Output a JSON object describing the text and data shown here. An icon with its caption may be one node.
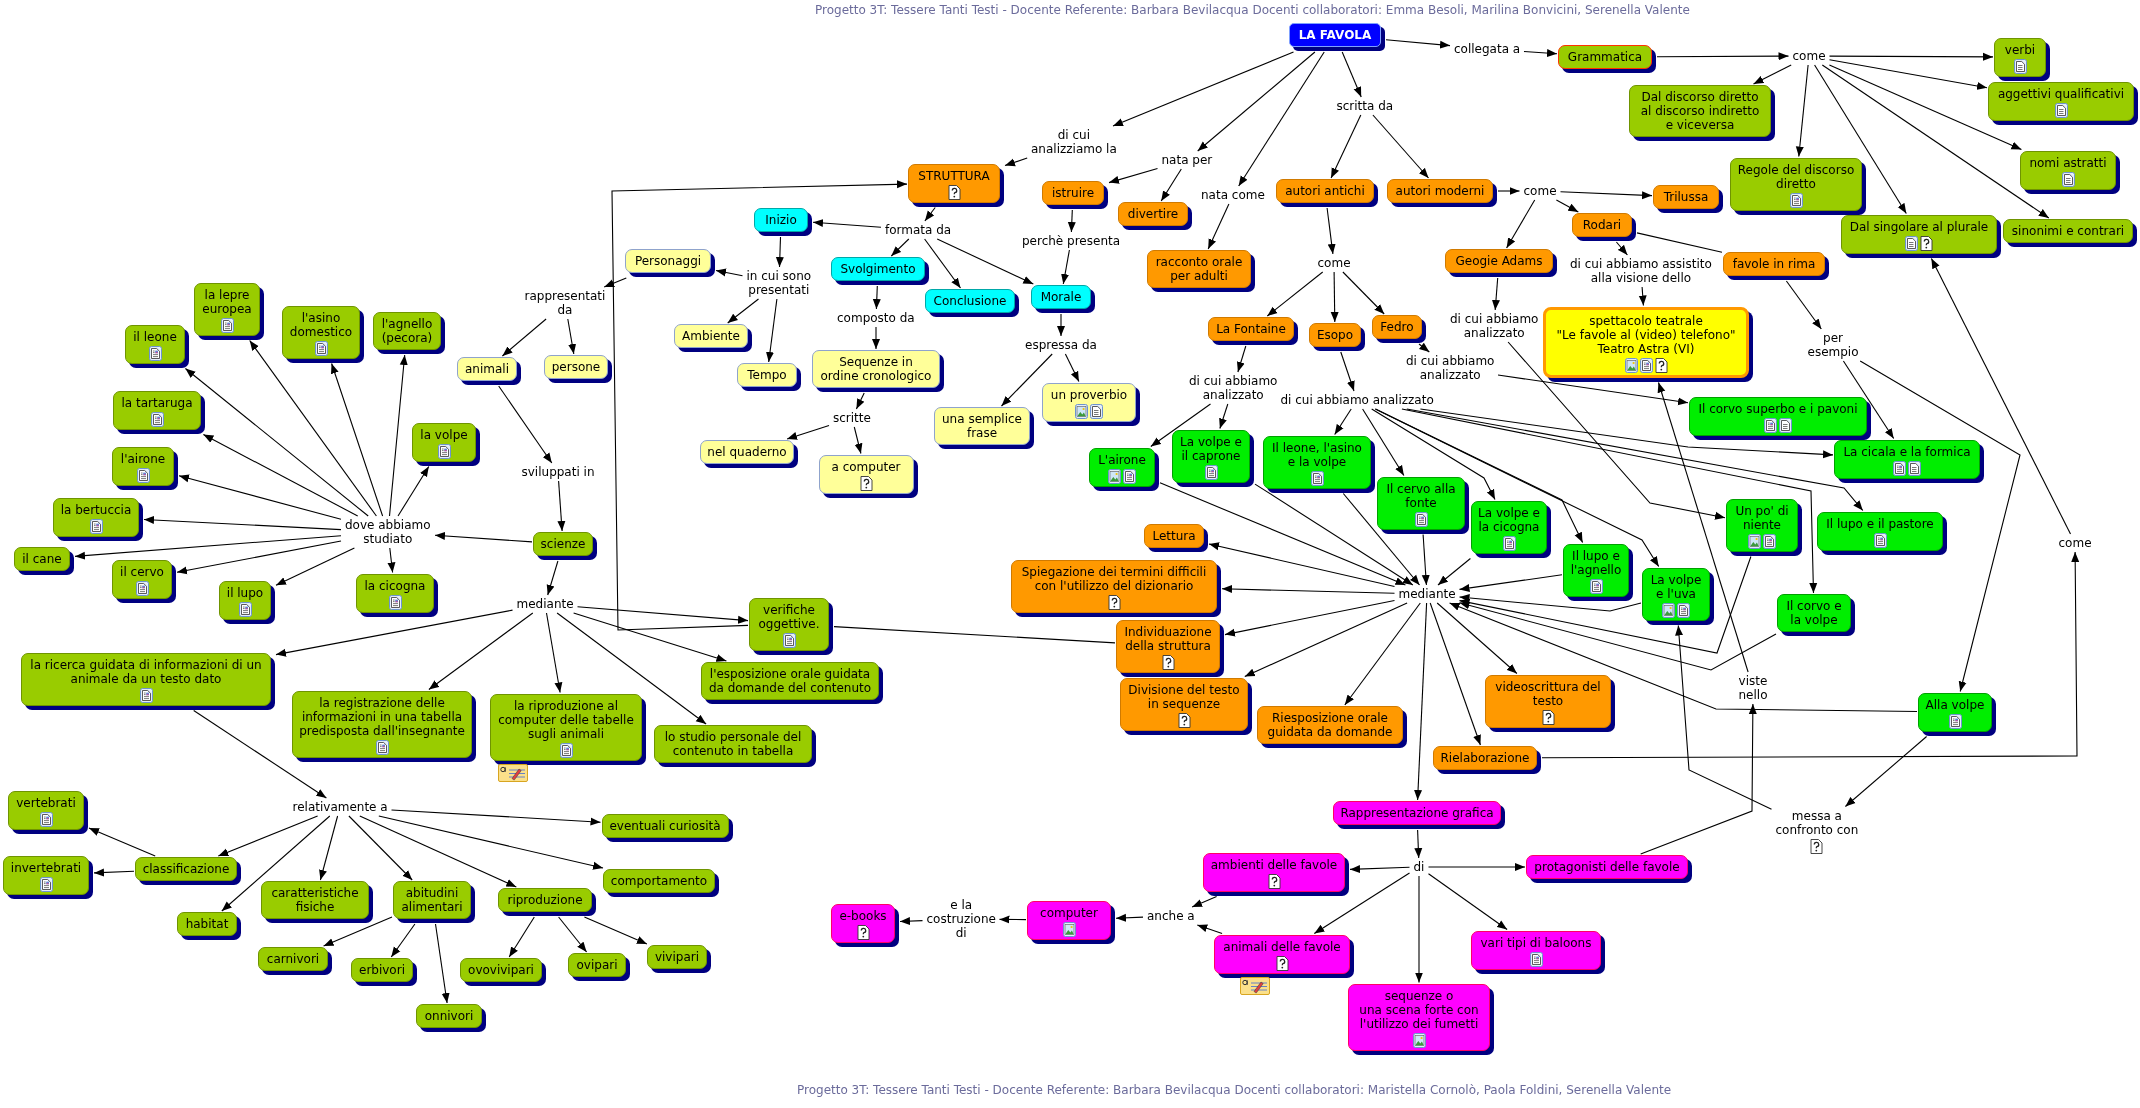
{
  "diagram": {
    "nodes": [
      {
        "text": [
          "LA FAVOLA"
        ]
      },
      {
        "text": [
          "collegata a"
        ]
      },
      {
        "text": [
          "Grammatica"
        ]
      },
      {
        "text": [
          "come"
        ]
      },
      {
        "text": [
          "verbi"
        ]
      },
      {
        "text": [
          "aggettivi qualificativi"
        ]
      },
      {
        "text": [
          "Dal discorso diretto al discorso indiretto e viceversa"
        ]
      },
      {
        "text": [
          "Regole del discorso diretto"
        ]
      },
      {
        "text": [
          "nomi astratti"
        ]
      },
      {
        "text": [
          "Dal singolare al plurale"
        ]
      },
      {
        "text": [
          "sinonimi e contrari"
        ]
      },
      {
        "text": [
          "di cui analizziamo la"
        ]
      },
      {
        "text": [
          "nata per"
        ]
      },
      {
        "text": [
          "nata come"
        ]
      },
      {
        "text": [
          "scritta da"
        ]
      },
      {
        "text": [
          "STRUTTURA"
        ]
      },
      {
        "text": [
          "istruire"
        ]
      },
      {
        "text": [
          "divertire"
        ]
      },
      {
        "text": [
          "racconto orale per adulti"
        ]
      },
      {
        "text": [
          "autori antichi"
        ]
      },
      {
        "text": [
          "autori moderni"
        ]
      },
      {
        "text": [
          "come"
        ]
      },
      {
        "text": [
          "Trilussa"
        ]
      },
      {
        "text": [
          "Rodari"
        ]
      },
      {
        "text": [
          "Geogie Adams"
        ]
      },
      {
        "text": [
          "di cui abbiamo assistito alla visione dello"
        ]
      },
      {
        "text": [
          "favole in rima"
        ]
      },
      {
        "text": [
          "di cui abbiamo analizzato"
        ]
      },
      {
        "text": [
          "spettacolo teatrale \"Le favole al (video) telefono\" Teatro Astra (VI)"
        ]
      },
      {
        "text": [
          "per esempio"
        ]
      },
      {
        "text": [
          "Inizio"
        ]
      },
      {
        "text": [
          "formata da"
        ]
      },
      {
        "text": [
          "Personaggi"
        ]
      },
      {
        "text": [
          "in cui sono presentati"
        ]
      },
      {
        "text": [
          "Svolgimento"
        ]
      },
      {
        "text": [
          "Conclusione"
        ]
      },
      {
        "text": [
          "perchè presenta"
        ]
      },
      {
        "text": [
          "Morale"
        ]
      },
      {
        "text": [
          "come"
        ]
      },
      {
        "text": [
          "La Fontaine"
        ]
      },
      {
        "text": [
          "Esopo"
        ]
      },
      {
        "text": [
          "Fedro"
        ]
      },
      {
        "text": [
          "rappresentati da"
        ]
      },
      {
        "text": [
          "Ambiente"
        ]
      },
      {
        "text": [
          "Tempo"
        ]
      },
      {
        "text": [
          "composto da"
        ]
      },
      {
        "text": [
          "Sequenze in ordine cronologico"
        ]
      },
      {
        "text": [
          "espressa da"
        ]
      },
      {
        "text": [
          "una semplice frase"
        ]
      },
      {
        "text": [
          "un proverbio"
        ]
      },
      {
        "text": [
          "scritte"
        ]
      },
      {
        "text": [
          "nel quaderno"
        ]
      },
      {
        "text": [
          "a computer"
        ]
      },
      {
        "text": [
          "di cui abbiamo analizzato"
        ]
      },
      {
        "text": [
          "di cui abbiamo analizzato"
        ]
      },
      {
        "text": [
          "di cui abbiamo analizzato"
        ]
      },
      {
        "text": [
          "L'airone"
        ]
      },
      {
        "text": [
          "La volpe e il caprone"
        ]
      },
      {
        "text": [
          "Il leone, l'asino e la volpe"
        ]
      },
      {
        "text": [
          "Il corvo superbo e i pavoni"
        ]
      },
      {
        "text": [
          "La cicala e la formica"
        ]
      },
      {
        "text": [
          "Il cervo alla fonte"
        ]
      },
      {
        "text": [
          "La volpe e la cicogna"
        ]
      },
      {
        "text": [
          "Un po' di niente"
        ]
      },
      {
        "text": [
          "Il lupo e il pastore"
        ]
      },
      {
        "text": [
          "Il lupo e l'agnello"
        ]
      },
      {
        "text": [
          "La volpe e l'uva"
        ]
      },
      {
        "text": [
          "Il corvo e la volpe"
        ]
      },
      {
        "text": [
          "come"
        ]
      },
      {
        "text": [
          "animali"
        ]
      },
      {
        "text": [
          "persone"
        ]
      },
      {
        "text": [
          "la lepre europea"
        ]
      },
      {
        "text": [
          "l'asino domestico"
        ]
      },
      {
        "text": [
          "l'agnello (pecora)"
        ]
      },
      {
        "text": [
          "il leone"
        ]
      },
      {
        "text": [
          "la tartaruga"
        ]
      },
      {
        "text": [
          "la volpe"
        ]
      },
      {
        "text": [
          "l'airone"
        ]
      },
      {
        "text": [
          "sviluppati in"
        ]
      },
      {
        "text": [
          "la bertuccia"
        ]
      },
      {
        "text": [
          "dove abbiamo studiato"
        ]
      },
      {
        "text": [
          "scienze"
        ]
      },
      {
        "text": [
          "il cane"
        ]
      },
      {
        "text": [
          "il cervo"
        ]
      },
      {
        "text": [
          "il lupo"
        ]
      },
      {
        "text": [
          "la cicogna"
        ]
      },
      {
        "text": [
          "mediante"
        ]
      },
      {
        "text": [
          "Lettura"
        ]
      },
      {
        "text": [
          "Spiegazione dei termini difficili con l'utilizzo del dizionario"
        ]
      },
      {
        "text": [
          "mediante"
        ]
      },
      {
        "text": [
          "Individuazione della struttura"
        ]
      },
      {
        "text": [
          "verifiche oggettive."
        ]
      },
      {
        "text": [
          "l'esposizione orale guidata da domande del contenuto"
        ]
      },
      {
        "text": [
          "la ricerca guidata di informazioni di un animale da un testo dato"
        ]
      },
      {
        "text": [
          "la registrazione delle informazioni in una tabella predisposta dall'insegnante"
        ]
      },
      {
        "text": [
          "la riproduzione al computer delle tabelle sugli animali"
        ]
      },
      {
        "text": [
          "lo studio personale del contenuto in tabella"
        ]
      },
      {
        "text": [
          "Divisione del testo in sequenze"
        ]
      },
      {
        "text": [
          "Riesposizione orale guidata da domande"
        ]
      },
      {
        "text": [
          "videoscrittura del testo"
        ]
      },
      {
        "text": [
          "viste nello"
        ]
      },
      {
        "text": [
          "Alla volpe"
        ]
      },
      {
        "text": [
          "Rielaborazione"
        ]
      },
      {
        "text": [
          "Rappresentazione grafica"
        ]
      },
      {
        "text": [
          "relativamente a"
        ]
      },
      {
        "text": [
          "vertebrati"
        ]
      },
      {
        "text": [
          "invertebrati"
        ]
      },
      {
        "text": [
          "classificazione"
        ]
      },
      {
        "text": [
          "eventuali curiosità"
        ]
      },
      {
        "text": [
          "comportamento"
        ]
      },
      {
        "text": [
          "caratteristiche fisiche"
        ]
      },
      {
        "text": [
          "abitudini alimentari"
        ]
      },
      {
        "text": [
          "riproduzione"
        ]
      },
      {
        "text": [
          "habitat"
        ]
      },
      {
        "text": [
          "messa a confronto con"
        ]
      },
      {
        "text": [
          "di"
        ]
      },
      {
        "text": [
          "ambienti delle favole"
        ]
      },
      {
        "text": [
          "protagonisti delle favole"
        ]
      },
      {
        "text": [
          "anche a"
        ]
      },
      {
        "text": [
          "computer"
        ]
      },
      {
        "text": [
          "e la costruzione di"
        ]
      },
      {
        "text": [
          "e-books"
        ]
      },
      {
        "text": [
          "animali delle favole"
        ]
      },
      {
        "text": [
          "vari tipi di baloons"
        ]
      },
      {
        "text": [
          "carnivori"
        ]
      },
      {
        "text": [
          "erbivori"
        ]
      },
      {
        "text": [
          "ovovivipari"
        ]
      },
      {
        "text": [
          "ovipari"
        ]
      },
      {
        "text": [
          "vivipari"
        ]
      },
      {
        "text": [
          "onnivori"
        ]
      },
      {
        "text": [
          "sequenze o una scena forte con l'utilizzo dei fumetti"
        ]
      }
    ],
    "edges": [
      {
        "from": 0,
        "to": 11,
        "arrow": "to"
      },
      {
        "from": 11,
        "to": 15,
        "arrow": "to"
      },
      {
        "from": 0,
        "to": 12,
        "arrow": "to"
      },
      {
        "from": 12,
        "to": 16,
        "arrow": "to"
      },
      {
        "from": 12,
        "to": 17,
        "arrow": "to"
      },
      {
        "from": 0,
        "to": 13,
        "arrow": "to"
      },
      {
        "from": 13,
        "to": 18,
        "arrow": "to"
      },
      {
        "from": 0,
        "to": 14,
        "arrow": "to"
      },
      {
        "from": 14,
        "to": 19,
        "arrow": "to"
      },
      {
        "from": 14,
        "to": 20,
        "arrow": "to"
      },
      {
        "from": 0,
        "to": 1,
        "arrow": "to"
      },
      {
        "from": 1,
        "to": 2,
        "arrow": "to"
      },
      {
        "from": 2,
        "to": 3,
        "arrow": "to"
      },
      {
        "from": 3,
        "to": 4,
        "arrow": "to"
      },
      {
        "from": 3,
        "to": 5,
        "arrow": "to"
      },
      {
        "from": 3,
        "to": 6,
        "arrow": "to"
      },
      {
        "from": 3,
        "to": 7,
        "arrow": "to"
      },
      {
        "from": 3,
        "to": 8,
        "arrow": "to"
      },
      {
        "from": 3,
        "to": 9,
        "arrow": "to"
      },
      {
        "from": 3,
        "to": 10,
        "arrow": "to"
      },
      {
        "from": 20,
        "to": 21,
        "arrow": "to"
      },
      {
        "from": 21,
        "to": 22,
        "arrow": "to"
      },
      {
        "from": 21,
        "to": 23,
        "arrow": "to"
      },
      {
        "from": 21,
        "to": 24,
        "arrow": "to"
      },
      {
        "from": 23,
        "to": 25,
        "arrow": "to"
      },
      {
        "from": 25,
        "to": 28,
        "arrow": "to"
      },
      {
        "from": 23,
        "to": 26,
        "arrow": "none"
      },
      {
        "from": 26,
        "to": 29,
        "arrow": "to"
      },
      {
        "from": 29,
        "to": 60,
        "arrow": "to"
      },
      {
        "from": 29,
        "to": 101,
        "arrow": "to"
      },
      {
        "from": 24,
        "to": 27,
        "arrow": "to"
      },
      {
        "from": 27,
        "to": 63,
        "arrow": "to"
      },
      {
        "from": 15,
        "to": 31,
        "arrow": "to"
      },
      {
        "from": 31,
        "to": 30,
        "arrow": "to"
      },
      {
        "from": 31,
        "to": 34,
        "arrow": "to"
      },
      {
        "from": 31,
        "to": 35,
        "arrow": "to"
      },
      {
        "from": 31,
        "to": 37,
        "arrow": "to"
      },
      {
        "from": 30,
        "to": 33,
        "arrow": "to"
      },
      {
        "from": 33,
        "to": 32,
        "arrow": "to"
      },
      {
        "from": 33,
        "to": 43,
        "arrow": "to"
      },
      {
        "from": 33,
        "to": 44,
        "arrow": "to"
      },
      {
        "from": 32,
        "to": 42,
        "arrow": "to"
      },
      {
        "from": 42,
        "to": 69,
        "arrow": "to"
      },
      {
        "from": 42,
        "to": 70,
        "arrow": "to"
      },
      {
        "from": 34,
        "to": 45,
        "arrow": "to"
      },
      {
        "from": 45,
        "to": 46,
        "arrow": "to"
      },
      {
        "from": 46,
        "to": 50,
        "arrow": "to"
      },
      {
        "from": 50,
        "to": 51,
        "arrow": "to"
      },
      {
        "from": 50,
        "to": 52,
        "arrow": "to"
      },
      {
        "from": 16,
        "to": 36,
        "arrow": "to"
      },
      {
        "from": 36,
        "to": 37,
        "arrow": "to"
      },
      {
        "from": 37,
        "to": 47,
        "arrow": "to"
      },
      {
        "from": 47,
        "to": 48,
        "arrow": "to"
      },
      {
        "from": 47,
        "to": 49,
        "arrow": "to"
      },
      {
        "from": 19,
        "to": 38,
        "arrow": "to"
      },
      {
        "from": 38,
        "to": 39,
        "arrow": "to"
      },
      {
        "from": 38,
        "to": 40,
        "arrow": "to"
      },
      {
        "from": 38,
        "to": 41,
        "arrow": "to"
      },
      {
        "from": 39,
        "to": 53,
        "arrow": "to"
      },
      {
        "from": 53,
        "to": 56,
        "arrow": "to"
      },
      {
        "from": 53,
        "to": 57,
        "arrow": "to"
      },
      {
        "from": 40,
        "to": 55,
        "arrow": "to"
      },
      {
        "from": 55,
        "to": 58,
        "arrow": "to"
      },
      {
        "from": 55,
        "to": 61,
        "arrow": "to"
      },
      {
        "from": 55,
        "to": 62,
        "arrow": "to"
      },
      {
        "from": 55,
        "to": 65,
        "arrow": "to"
      },
      {
        "from": 55,
        "to": 66,
        "arrow": "to"
      },
      {
        "from": 55,
        "to": 60,
        "arrow": "to"
      },
      {
        "from": 55,
        "to": 64,
        "arrow": "to"
      },
      {
        "from": 55,
        "to": 67,
        "arrow": "to"
      },
      {
        "from": 41,
        "to": 54,
        "arrow": "to"
      },
      {
        "from": 54,
        "to": 59,
        "arrow": "to"
      },
      {
        "from": 69,
        "to": 78,
        "arrow": "to"
      },
      {
        "from": 78,
        "to": 81,
        "arrow": "to"
      },
      {
        "from": 81,
        "to": 80,
        "arrow": "to"
      },
      {
        "from": 80,
        "to": 74,
        "arrow": "to"
      },
      {
        "from": 80,
        "to": 71,
        "arrow": "to"
      },
      {
        "from": 80,
        "to": 72,
        "arrow": "to"
      },
      {
        "from": 80,
        "to": 73,
        "arrow": "to"
      },
      {
        "from": 80,
        "to": 75,
        "arrow": "to"
      },
      {
        "from": 80,
        "to": 76,
        "arrow": "to"
      },
      {
        "from": 80,
        "to": 77,
        "arrow": "to"
      },
      {
        "from": 80,
        "to": 79,
        "arrow": "to"
      },
      {
        "from": 80,
        "to": 82,
        "arrow": "to"
      },
      {
        "from": 80,
        "to": 83,
        "arrow": "to"
      },
      {
        "from": 80,
        "to": 84,
        "arrow": "to"
      },
      {
        "from": 80,
        "to": 85,
        "arrow": "to"
      },
      {
        "from": 81,
        "to": 86,
        "arrow": "to"
      },
      {
        "from": 86,
        "to": 93,
        "arrow": "to"
      },
      {
        "from": 86,
        "to": 94,
        "arrow": "to"
      },
      {
        "from": 86,
        "to": 95,
        "arrow": "to"
      },
      {
        "from": 86,
        "to": 96,
        "arrow": "to"
      },
      {
        "from": 86,
        "to": 92,
        "arrow": "to"
      },
      {
        "from": 86,
        "to": 91,
        "arrow": "to"
      },
      {
        "from": 91,
        "to": 15,
        "arrow": "to"
      },
      {
        "from": 90,
        "to": 91,
        "arrow": "none"
      },
      {
        "from": 56,
        "to": 89,
        "arrow": "to"
      },
      {
        "from": 57,
        "to": 89,
        "arrow": "to"
      },
      {
        "from": 58,
        "to": 89,
        "arrow": "to"
      },
      {
        "from": 61,
        "to": 89,
        "arrow": "to"
      },
      {
        "from": 62,
        "to": 89,
        "arrow": "to"
      },
      {
        "from": 65,
        "to": 89,
        "arrow": "to"
      },
      {
        "from": 66,
        "to": 89,
        "arrow": "to"
      },
      {
        "from": 63,
        "to": 89,
        "arrow": "to"
      },
      {
        "from": 67,
        "to": 89,
        "arrow": "to"
      },
      {
        "from": 101,
        "to": 89,
        "arrow": "to"
      },
      {
        "from": 89,
        "to": 87,
        "arrow": "to"
      },
      {
        "from": 89,
        "to": 88,
        "arrow": "to"
      },
      {
        "from": 89,
        "to": 90,
        "arrow": "to"
      },
      {
        "from": 89,
        "to": 97,
        "arrow": "to"
      },
      {
        "from": 89,
        "to": 98,
        "arrow": "to"
      },
      {
        "from": 89,
        "to": 99,
        "arrow": "to"
      },
      {
        "from": 89,
        "to": 102,
        "arrow": "to"
      },
      {
        "from": 89,
        "to": 103,
        "arrow": "to"
      },
      {
        "from": 102,
        "to": 68,
        "arrow": "to"
      },
      {
        "from": 68,
        "to": 9,
        "arrow": "to"
      },
      {
        "from": 103,
        "to": 115,
        "arrow": "to"
      },
      {
        "from": 115,
        "to": 116,
        "arrow": "to"
      },
      {
        "from": 115,
        "to": 122,
        "arrow": "to"
      },
      {
        "from": 115,
        "to": 117,
        "arrow": "to"
      },
      {
        "from": 115,
        "to": 123,
        "arrow": "to"
      },
      {
        "from": 115,
        "to": 130,
        "arrow": "to"
      },
      {
        "from": 116,
        "to": 118,
        "arrow": "to"
      },
      {
        "from": 122,
        "to": 118,
        "arrow": "to"
      },
      {
        "from": 118,
        "to": 119,
        "arrow": "to"
      },
      {
        "from": 119,
        "to": 120,
        "arrow": "to"
      },
      {
        "from": 120,
        "to": 121,
        "arrow": "to"
      },
      {
        "from": 117,
        "to": 100,
        "arrow": "to"
      },
      {
        "from": 100,
        "to": 28,
        "arrow": "to"
      },
      {
        "from": 101,
        "to": 114,
        "arrow": "to"
      },
      {
        "from": 114,
        "to": 66,
        "arrow": "to"
      },
      {
        "from": 93,
        "to": 104,
        "arrow": "to"
      },
      {
        "from": 104,
        "to": 107,
        "arrow": "to"
      },
      {
        "from": 104,
        "to": 113,
        "arrow": "to"
      },
      {
        "from": 104,
        "to": 110,
        "arrow": "to"
      },
      {
        "from": 104,
        "to": 111,
        "arrow": "to"
      },
      {
        "from": 104,
        "to": 112,
        "arrow": "to"
      },
      {
        "from": 104,
        "to": 109,
        "arrow": "to"
      },
      {
        "from": 104,
        "to": 108,
        "arrow": "to"
      },
      {
        "from": 107,
        "to": 105,
        "arrow": "to"
      },
      {
        "from": 107,
        "to": 106,
        "arrow": "to"
      },
      {
        "from": 111,
        "to": 124,
        "arrow": "to"
      },
      {
        "from": 111,
        "to": 125,
        "arrow": "to"
      },
      {
        "from": 111,
        "to": 129,
        "arrow": "to"
      },
      {
        "from": 112,
        "to": 126,
        "arrow": "to"
      },
      {
        "from": 112,
        "to": 127,
        "arrow": "to"
      },
      {
        "from": 112,
        "to": 128,
        "arrow": "to"
      }
    ],
    "labels": [
      "Progetto 3T: Tessere Tanti Testi - Docente Referente: Barbara Bevilacqua Docenti collaboratori: Emma Besoli, Marilina Bonvicini, Serenella Valente",
      "Progetto 3T: Tessere Tanti Testi - Docente Referente: Barbara Bevilacqua Docenti collaboratori: Maristella Cornolò, Paola Foldini, Serenella Valente"
    ]
  }
}
